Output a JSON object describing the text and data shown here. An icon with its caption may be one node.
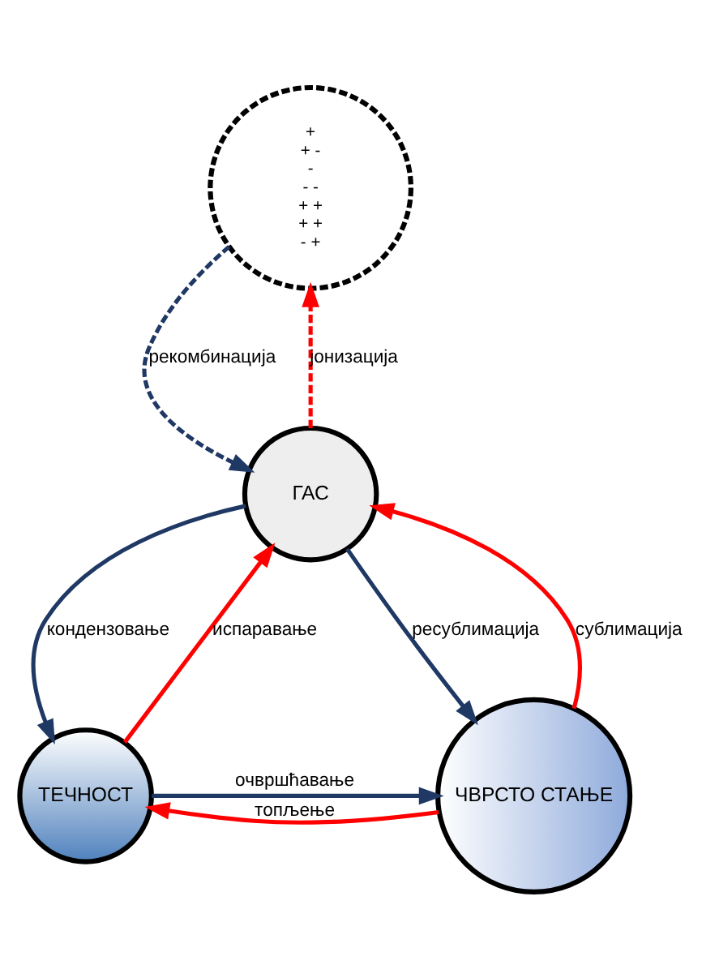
{
  "diagram": {
    "nodes": [
      {
        "text": [
          "+",
          "+ -",
          "-",
          "- -",
          "+ +",
          "+ +",
          "- +"
        ]
      },
      {
        "text": [
          "ГАС"
        ]
      },
      {
        "text": [
          "ТЕЧНОСТ"
        ]
      },
      {
        "text": [
          "ЧВРСТО СТАЊЕ"
        ]
      }
    ],
    "edges": [
      {
        "from": 1,
        "to": 0,
        "arrow": "to",
        "label": "јонизација",
        "style": "dashed",
        "color": "#ff0000"
      },
      {
        "from": 0,
        "to": 1,
        "arrow": "to",
        "label": "рекомбинација",
        "style": "dashed",
        "color": "#1f3864"
      },
      {
        "from": 2,
        "to": 1,
        "arrow": "to",
        "label": "испаравање",
        "color": "#ff0000"
      },
      {
        "from": 1,
        "to": 2,
        "arrow": "to",
        "label": "кондензовање",
        "color": "#1f3864"
      },
      {
        "from": 1,
        "to": 3,
        "arrow": "to",
        "label": "ресублимација",
        "color": "#1f3864"
      },
      {
        "from": 3,
        "to": 1,
        "arrow": "to",
        "label": "сублимација",
        "color": "#ff0000"
      },
      {
        "from": 2,
        "to": 3,
        "arrow": "to",
        "label": "очвршћавање",
        "color": "#1f3864"
      },
      {
        "from": 3,
        "to": 2,
        "arrow": "to",
        "label": "топљење",
        "color": "#ff0000"
      }
    ]
  }
}
